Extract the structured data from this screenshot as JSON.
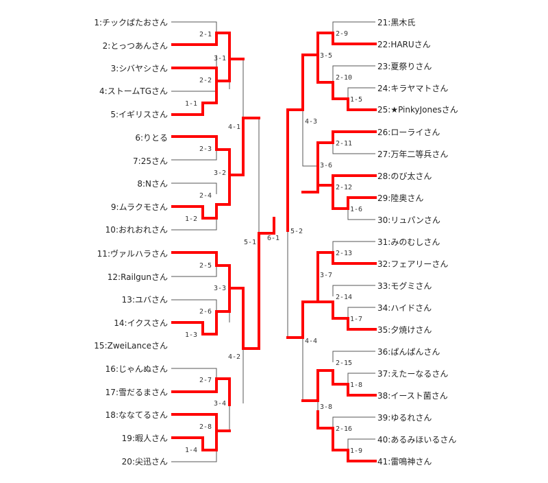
{
  "bracket": {
    "colors": {
      "winner_line": "#ff0000",
      "loser_line": "#555555",
      "text": "#222222"
    },
    "players_left": [
      "1:チックぱたおさん",
      "2:とっつあんさん",
      "3:シバヤシさん",
      "4:ストームTGさん",
      "5:イギリスさん",
      "6:りとる",
      "7:25さん",
      "8:Nさん",
      "9:ムラクモさん",
      "10:おれおれさん",
      "11:ヴァルハラさん",
      "12:Railgunさん",
      "13:ユバさん",
      "14:イクスさん",
      "15:ZweiLanceさん",
      "16:じゃんぬさん",
      "17:雪だるまさん",
      "18:ななてるさん",
      "19:暇人さん",
      "20:尖迅さん"
    ],
    "players_right": [
      "21:黒木氏",
      "22:HARUさん",
      "23:夏祭りさん",
      "24:キラヤマトさん",
      "25:★PinkyJonesさん",
      "26:ローライさん",
      "27:万年二等兵さん",
      "28:のび太さん",
      "29:陸奥さん",
      "30:リュパンさん",
      "31:みのむしさん",
      "32:フェアリーさん",
      "33:モグミさん",
      "34:ハイドさん",
      "35:夕焼けさん",
      "36:ぱんぱんさん",
      "37:えたーなるさん",
      "38:イースト菌さん",
      "39:ゆるれさん",
      "40:あるみほいるさん",
      "41:雷鳴神さん"
    ],
    "matches": {
      "m1_1": "1-1",
      "m1_2": "1-2",
      "m1_3": "1-3",
      "m1_4": "1-4",
      "m1_5": "1-5",
      "m1_6": "1-6",
      "m1_7": "1-7",
      "m1_8": "1-8",
      "m1_9": "1-9",
      "m2_1": "2-1",
      "m2_2": "2-2",
      "m2_3": "2-3",
      "m2_4": "2-4",
      "m2_5": "2-5",
      "m2_6": "2-6",
      "m2_7": "2-7",
      "m2_8": "2-8",
      "m2_9": "2-9",
      "m2_10": "2-10",
      "m2_11": "2-11",
      "m2_12": "2-12",
      "m2_13": "2-13",
      "m2_14": "2-14",
      "m2_15": "2-15",
      "m2_16": "2-16",
      "m3_1": "3-1",
      "m3_2": "3-2",
      "m3_3": "3-3",
      "m3_4": "3-4",
      "m3_5": "3-5",
      "m3_6": "3-6",
      "m3_7": "3-7",
      "m3_8": "3-8",
      "m4_1": "4-1",
      "m4_2": "4-2",
      "m4_3": "4-3",
      "m4_4": "4-4",
      "m5_1": "5-1",
      "m5_2": "5-2",
      "m6_1": "6-1"
    }
  }
}
